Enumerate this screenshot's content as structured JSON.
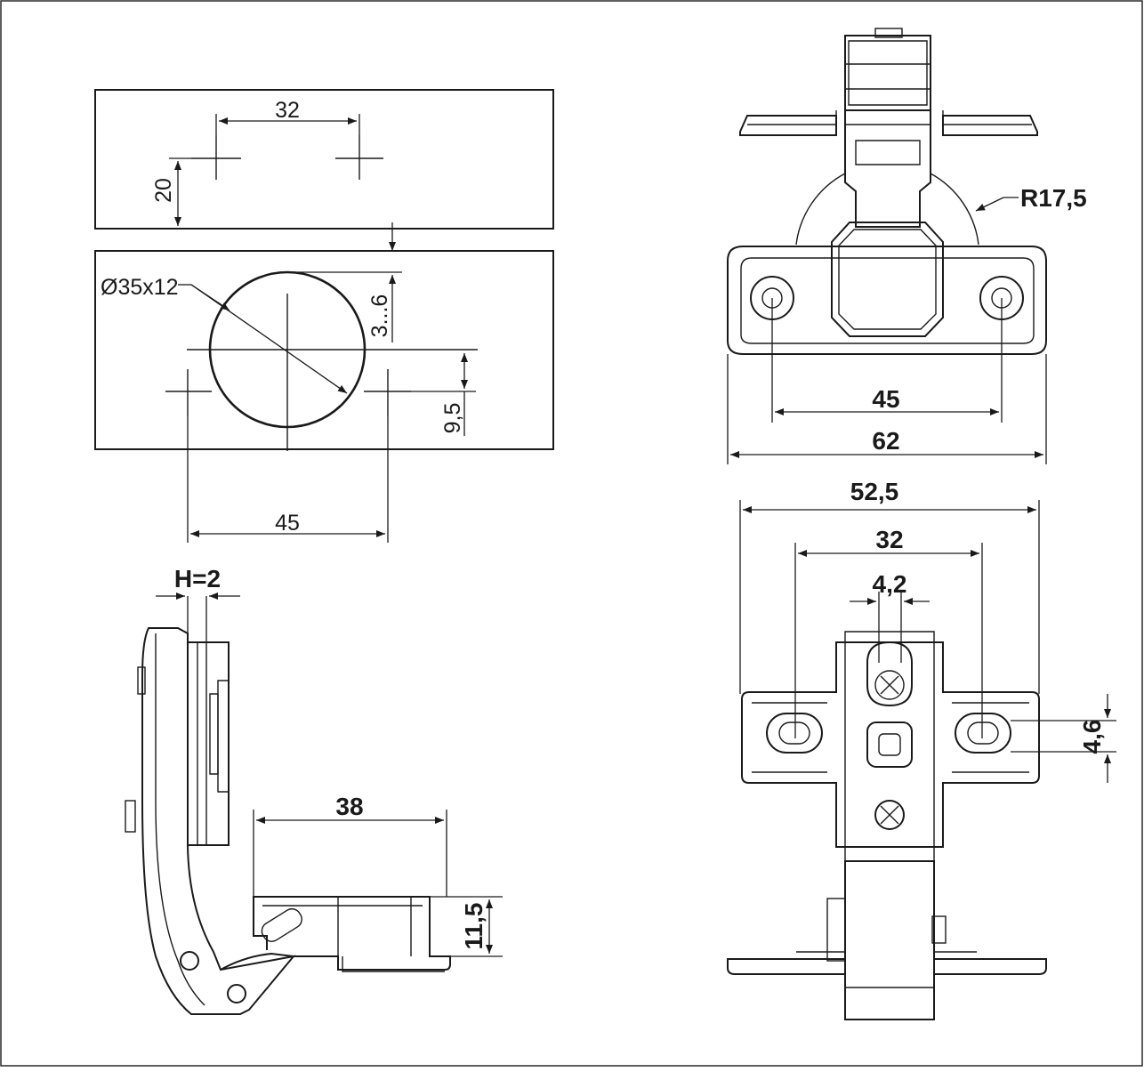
{
  "drilling_pattern": {
    "door_holes_spacing": "32",
    "door_holes_offset": "20",
    "cup_diameter": "Ø35x12",
    "edge_distance": "3...6",
    "cup_to_holes": "9,5",
    "holes_spacing": "45"
  },
  "front_view": {
    "radius": "R17,5",
    "holes_spacing": "45",
    "overall_width": "62"
  },
  "side_view": {
    "thickness": "H=2",
    "depth": "38",
    "height": "11,5"
  },
  "base_view": {
    "overall_width": "52,5",
    "slot_spacing": "32",
    "slot_width": "4,2",
    "slot_height": "4,6"
  },
  "colors": {
    "line": "#1a1a1a",
    "background": "#ffffff"
  }
}
